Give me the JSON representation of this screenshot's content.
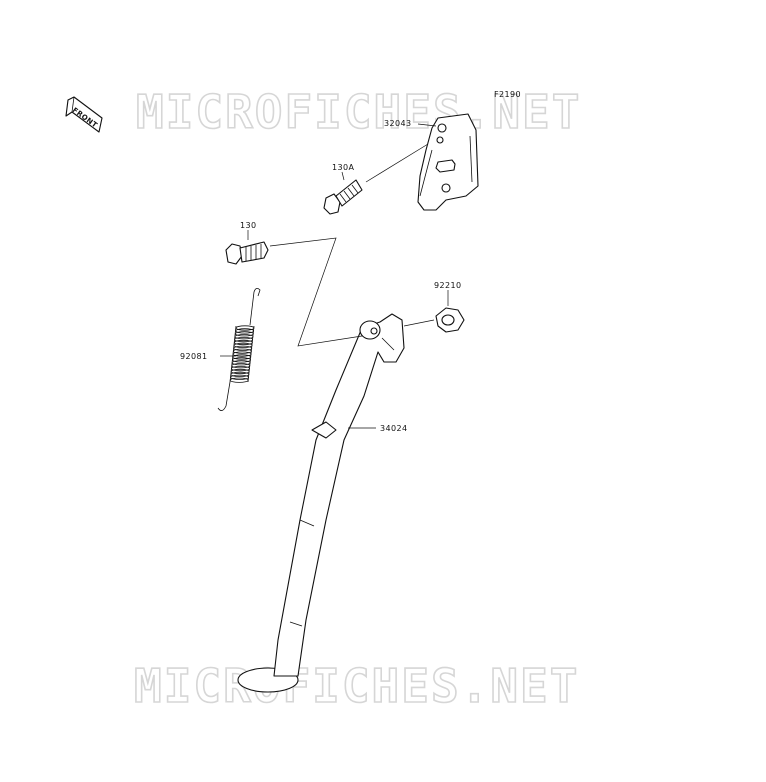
{
  "figure_code": "F2190",
  "watermark": {
    "text": "MICROFICHES.NET",
    "color": "#d6d6d6"
  },
  "front_indicator": {
    "label": "FRONT",
    "icon": "front-arrow-icon"
  },
  "parts": [
    {
      "part_number": "32043"
    },
    {
      "part_number": "130A"
    },
    {
      "part_number": "130"
    },
    {
      "part_number": "92210"
    },
    {
      "part_number": "92081"
    },
    {
      "part_number": "34024"
    }
  ]
}
